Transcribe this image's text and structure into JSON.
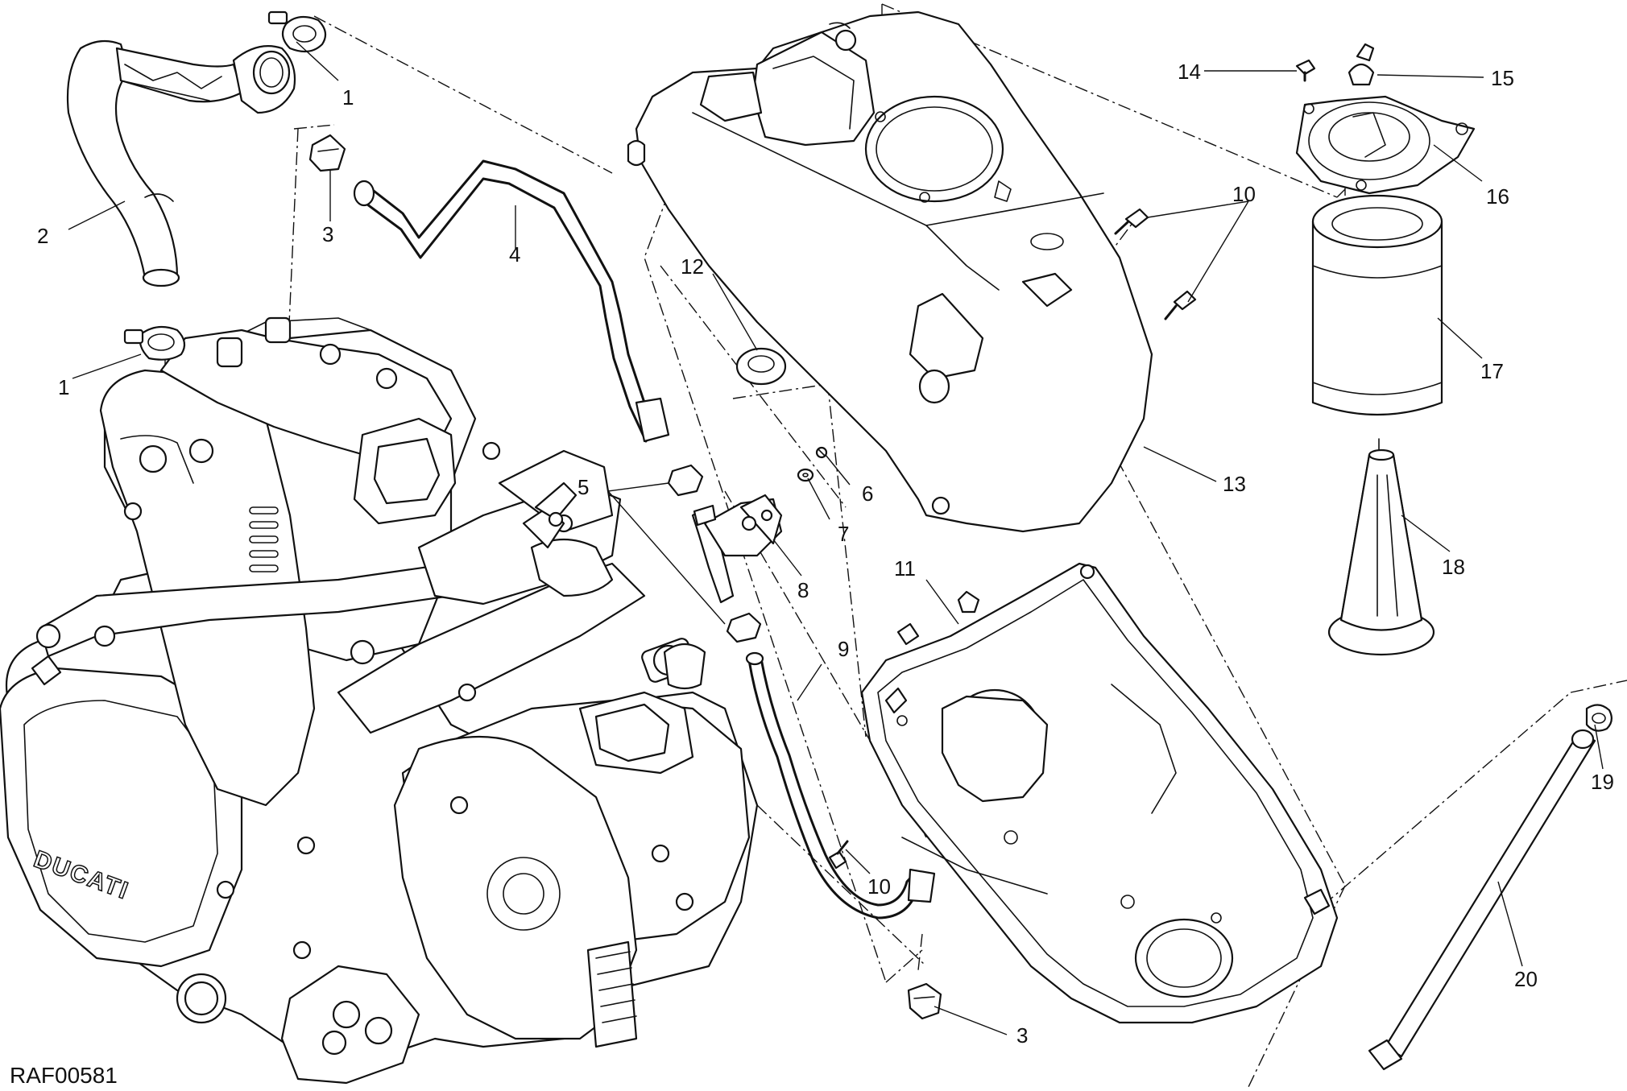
{
  "diagram": {
    "reference_code": "RAF00581",
    "engine_brand_text": "DUCATI",
    "callouts": [
      {
        "id": "c1a",
        "text": "1"
      },
      {
        "id": "c1b",
        "text": "1"
      },
      {
        "id": "c2",
        "text": "2"
      },
      {
        "id": "c3a",
        "text": "3"
      },
      {
        "id": "c3b",
        "text": "3"
      },
      {
        "id": "c4",
        "text": "4"
      },
      {
        "id": "c5",
        "text": "5"
      },
      {
        "id": "c6",
        "text": "6"
      },
      {
        "id": "c7",
        "text": "7"
      },
      {
        "id": "c8",
        "text": "8"
      },
      {
        "id": "c9",
        "text": "9"
      },
      {
        "id": "c10a",
        "text": "10"
      },
      {
        "id": "c10b",
        "text": "10"
      },
      {
        "id": "c11",
        "text": "11"
      },
      {
        "id": "c12",
        "text": "12"
      },
      {
        "id": "c13",
        "text": "13"
      },
      {
        "id": "c14",
        "text": "14"
      },
      {
        "id": "c15",
        "text": "15"
      },
      {
        "id": "c16",
        "text": "16"
      },
      {
        "id": "c17",
        "text": "17"
      },
      {
        "id": "c18",
        "text": "18"
      },
      {
        "id": "c19",
        "text": "19"
      },
      {
        "id": "c20",
        "text": "20"
      }
    ]
  }
}
